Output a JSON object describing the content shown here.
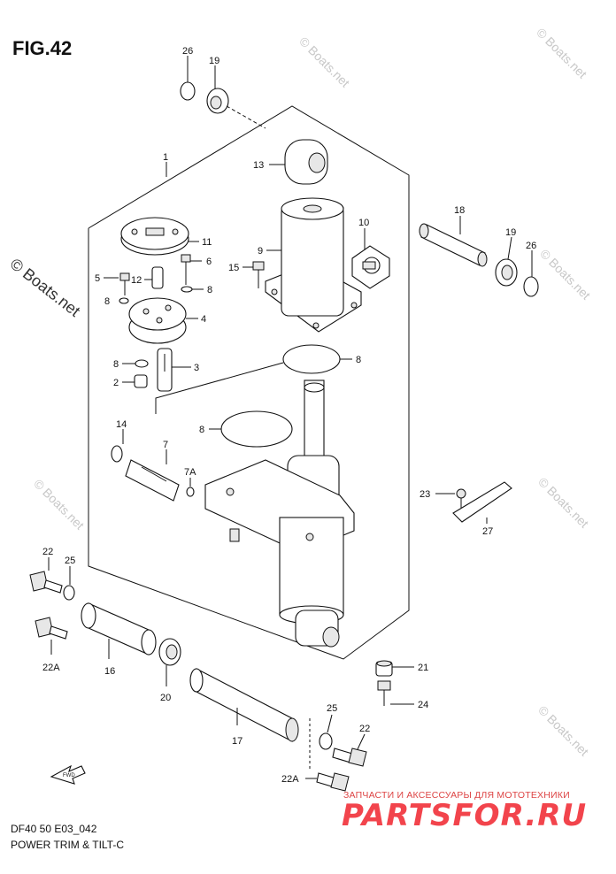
{
  "figure": {
    "title": "FIG.42",
    "code": "DF40 50 E03_042",
    "caption": "POWER TRIM & TILT-C"
  },
  "watermark": {
    "text": "© Boats.net",
    "small_text": "© Boats.net"
  },
  "promo": {
    "line1": "ЗАПЧАСТИ И АКСЕССУАРЫ ДЛЯ МОТОТЕХНИКИ",
    "brand": "PARTSFOR.RU"
  },
  "fwd_label": "FWD",
  "callouts": [
    {
      "id": "c-26a",
      "label": "26"
    },
    {
      "id": "c-19a",
      "label": "19"
    },
    {
      "id": "c-1",
      "label": "1"
    },
    {
      "id": "c-13",
      "label": "13"
    },
    {
      "id": "c-9",
      "label": "9"
    },
    {
      "id": "c-10",
      "label": "10"
    },
    {
      "id": "c-18",
      "label": "18"
    },
    {
      "id": "c-19b",
      "label": "19"
    },
    {
      "id": "c-26b",
      "label": "26"
    },
    {
      "id": "c-11",
      "label": "11"
    },
    {
      "id": "c-6",
      "label": "6"
    },
    {
      "id": "c-5",
      "label": "5"
    },
    {
      "id": "c-12",
      "label": "12"
    },
    {
      "id": "c-8a",
      "label": "8"
    },
    {
      "id": "c-8b",
      "label": "8"
    },
    {
      "id": "c-15",
      "label": "15"
    },
    {
      "id": "c-4",
      "label": "4"
    },
    {
      "id": "c-8c",
      "label": "8"
    },
    {
      "id": "c-3",
      "label": "3"
    },
    {
      "id": "c-2",
      "label": "2"
    },
    {
      "id": "c-8d",
      "label": "8"
    },
    {
      "id": "c-8e",
      "label": "8"
    },
    {
      "id": "c-14",
      "label": "14"
    },
    {
      "id": "c-7",
      "label": "7"
    },
    {
      "id": "c-7a",
      "label": "7A"
    },
    {
      "id": "c-23",
      "label": "23"
    },
    {
      "id": "c-27",
      "label": "27"
    },
    {
      "id": "c-22a",
      "label": "22"
    },
    {
      "id": "c-25a",
      "label": "25"
    },
    {
      "id": "c-22A1",
      "label": "22A"
    },
    {
      "id": "c-16",
      "label": "16"
    },
    {
      "id": "c-20",
      "label": "20"
    },
    {
      "id": "c-21",
      "label": "21"
    },
    {
      "id": "c-24",
      "label": "24"
    },
    {
      "id": "c-25b",
      "label": "25"
    },
    {
      "id": "c-22b",
      "label": "22"
    },
    {
      "id": "c-17",
      "label": "17"
    },
    {
      "id": "c-22A2",
      "label": "22A"
    }
  ]
}
